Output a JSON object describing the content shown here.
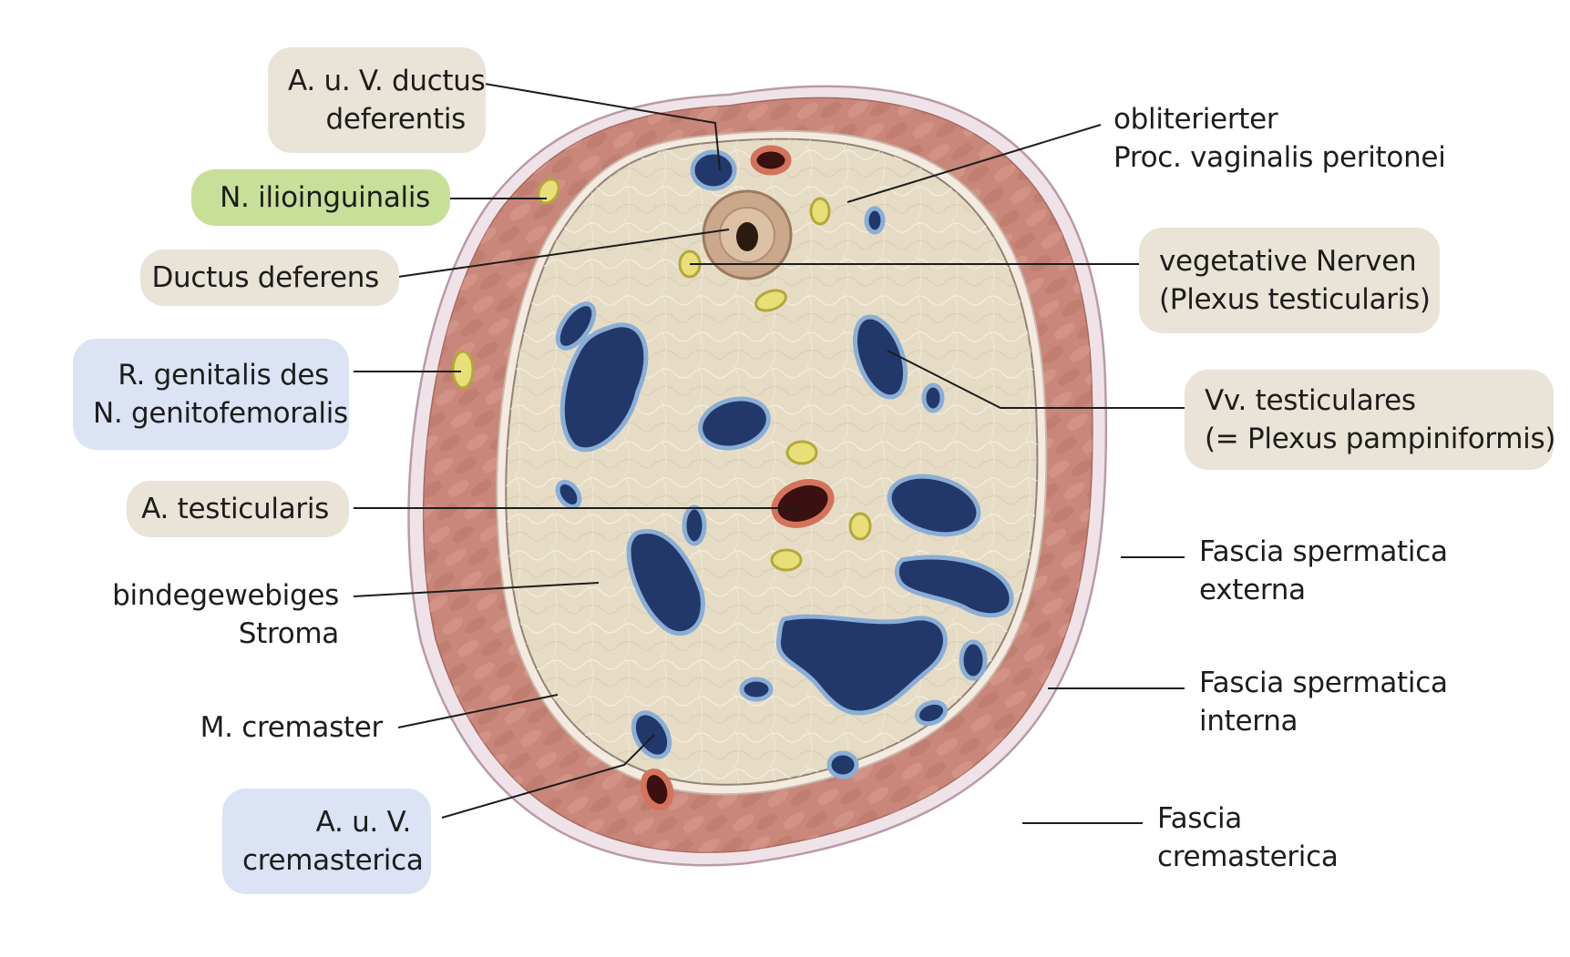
{
  "colors": {
    "label_beige": "#e9e3d8",
    "label_green": "#c8df9a",
    "label_blue": "#dbe3f5",
    "leader_line": "#1d1d1b",
    "fascia_outer": "#ede0e6",
    "muscle": "#c9867a",
    "stroma": "#e6dcc6",
    "vein_fill": "#22386b",
    "vein_rim": "#8aaed6",
    "artery_fill": "#3a1010",
    "artery_rim": "#d4735c",
    "nerve_fill": "#e9df78",
    "nerve_rim": "#b3a83a",
    "ductus": "#c9a88c"
  },
  "labels": {
    "auv_ductus": [
      "A. u. V. ductus",
      "deferentis"
    ],
    "n_ilioinguinalis": [
      "N. ilioinguinalis"
    ],
    "ductus_deferens": [
      "Ductus deferens"
    ],
    "r_genitalis": [
      "R. genitalis des",
      "N. genitofemoralis"
    ],
    "a_testicularis": [
      "A. testicularis"
    ],
    "stroma": [
      "bindegewebiges",
      "Stroma"
    ],
    "m_cremaster": [
      "M. cremaster"
    ],
    "auv_cremasterica": [
      "A. u. V.",
      "cremasterica"
    ],
    "proc_vaginalis": [
      "obliterierter",
      "Proc. vaginalis peritonei"
    ],
    "vegetative_nerven": [
      "vegetative Nerven",
      "(Plexus testicularis)"
    ],
    "vv_testiculares": [
      "Vv. testiculares",
      "(= Plexus pampiniformis)"
    ],
    "fascia_externa": [
      "Fascia spermatica",
      "externa"
    ],
    "fascia_interna": [
      "Fascia spermatica",
      "interna"
    ],
    "fascia_cremasterica": [
      "Fascia",
      "cremasterica"
    ]
  }
}
